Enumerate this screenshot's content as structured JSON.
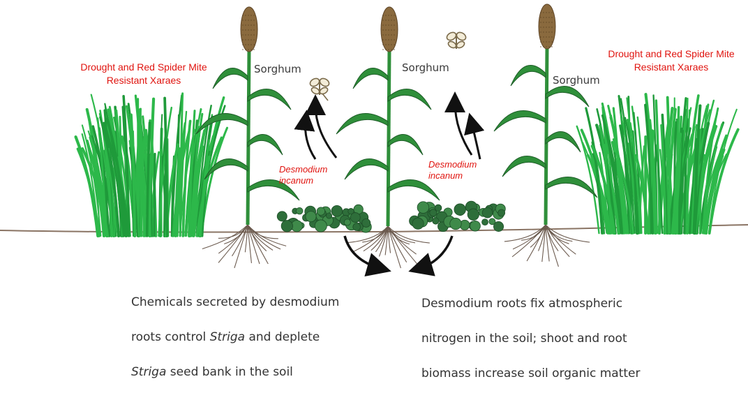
{
  "labels": {
    "xaraes_left": "Drought and Red Spider Mite\nResistant Xaraes",
    "xaraes_right": "Drought and Red Spider Mite\nResistant Xaraes",
    "sorghum_1": "Sorghum",
    "sorghum_2": "Sorghum",
    "sorghum_3": "Sorghum",
    "desmodium_1": "Desmodium\nincanum",
    "desmodium_2": "Desmodium\nincanum"
  },
  "captions": {
    "left": {
      "line1": "Chemicals secreted by desmodium",
      "line2a": "roots control ",
      "line2b": "Striga",
      "line2c": " and deplete",
      "line3a": "Striga",
      "line3b": " seed bank in the soil"
    },
    "right": {
      "line1": "Desmodium roots fix atmospheric",
      "line2": "nitrogen in the soil; shoot and root",
      "line3": "biomass increase soil organic matter"
    }
  },
  "colors": {
    "grass": "#2db84a",
    "grass_dark": "#1f9a3a",
    "sorghum_leaf": "#2f8f3a",
    "sorghum_head": "#8a6a3e",
    "desmodium": "#2e6e3a",
    "root": "#6b5a4e",
    "label_red": "#e0140f"
  },
  "icons": [
    "stemborer-moth-icon",
    "stemborer-moth-icon",
    "volatile-arrow-icon"
  ]
}
